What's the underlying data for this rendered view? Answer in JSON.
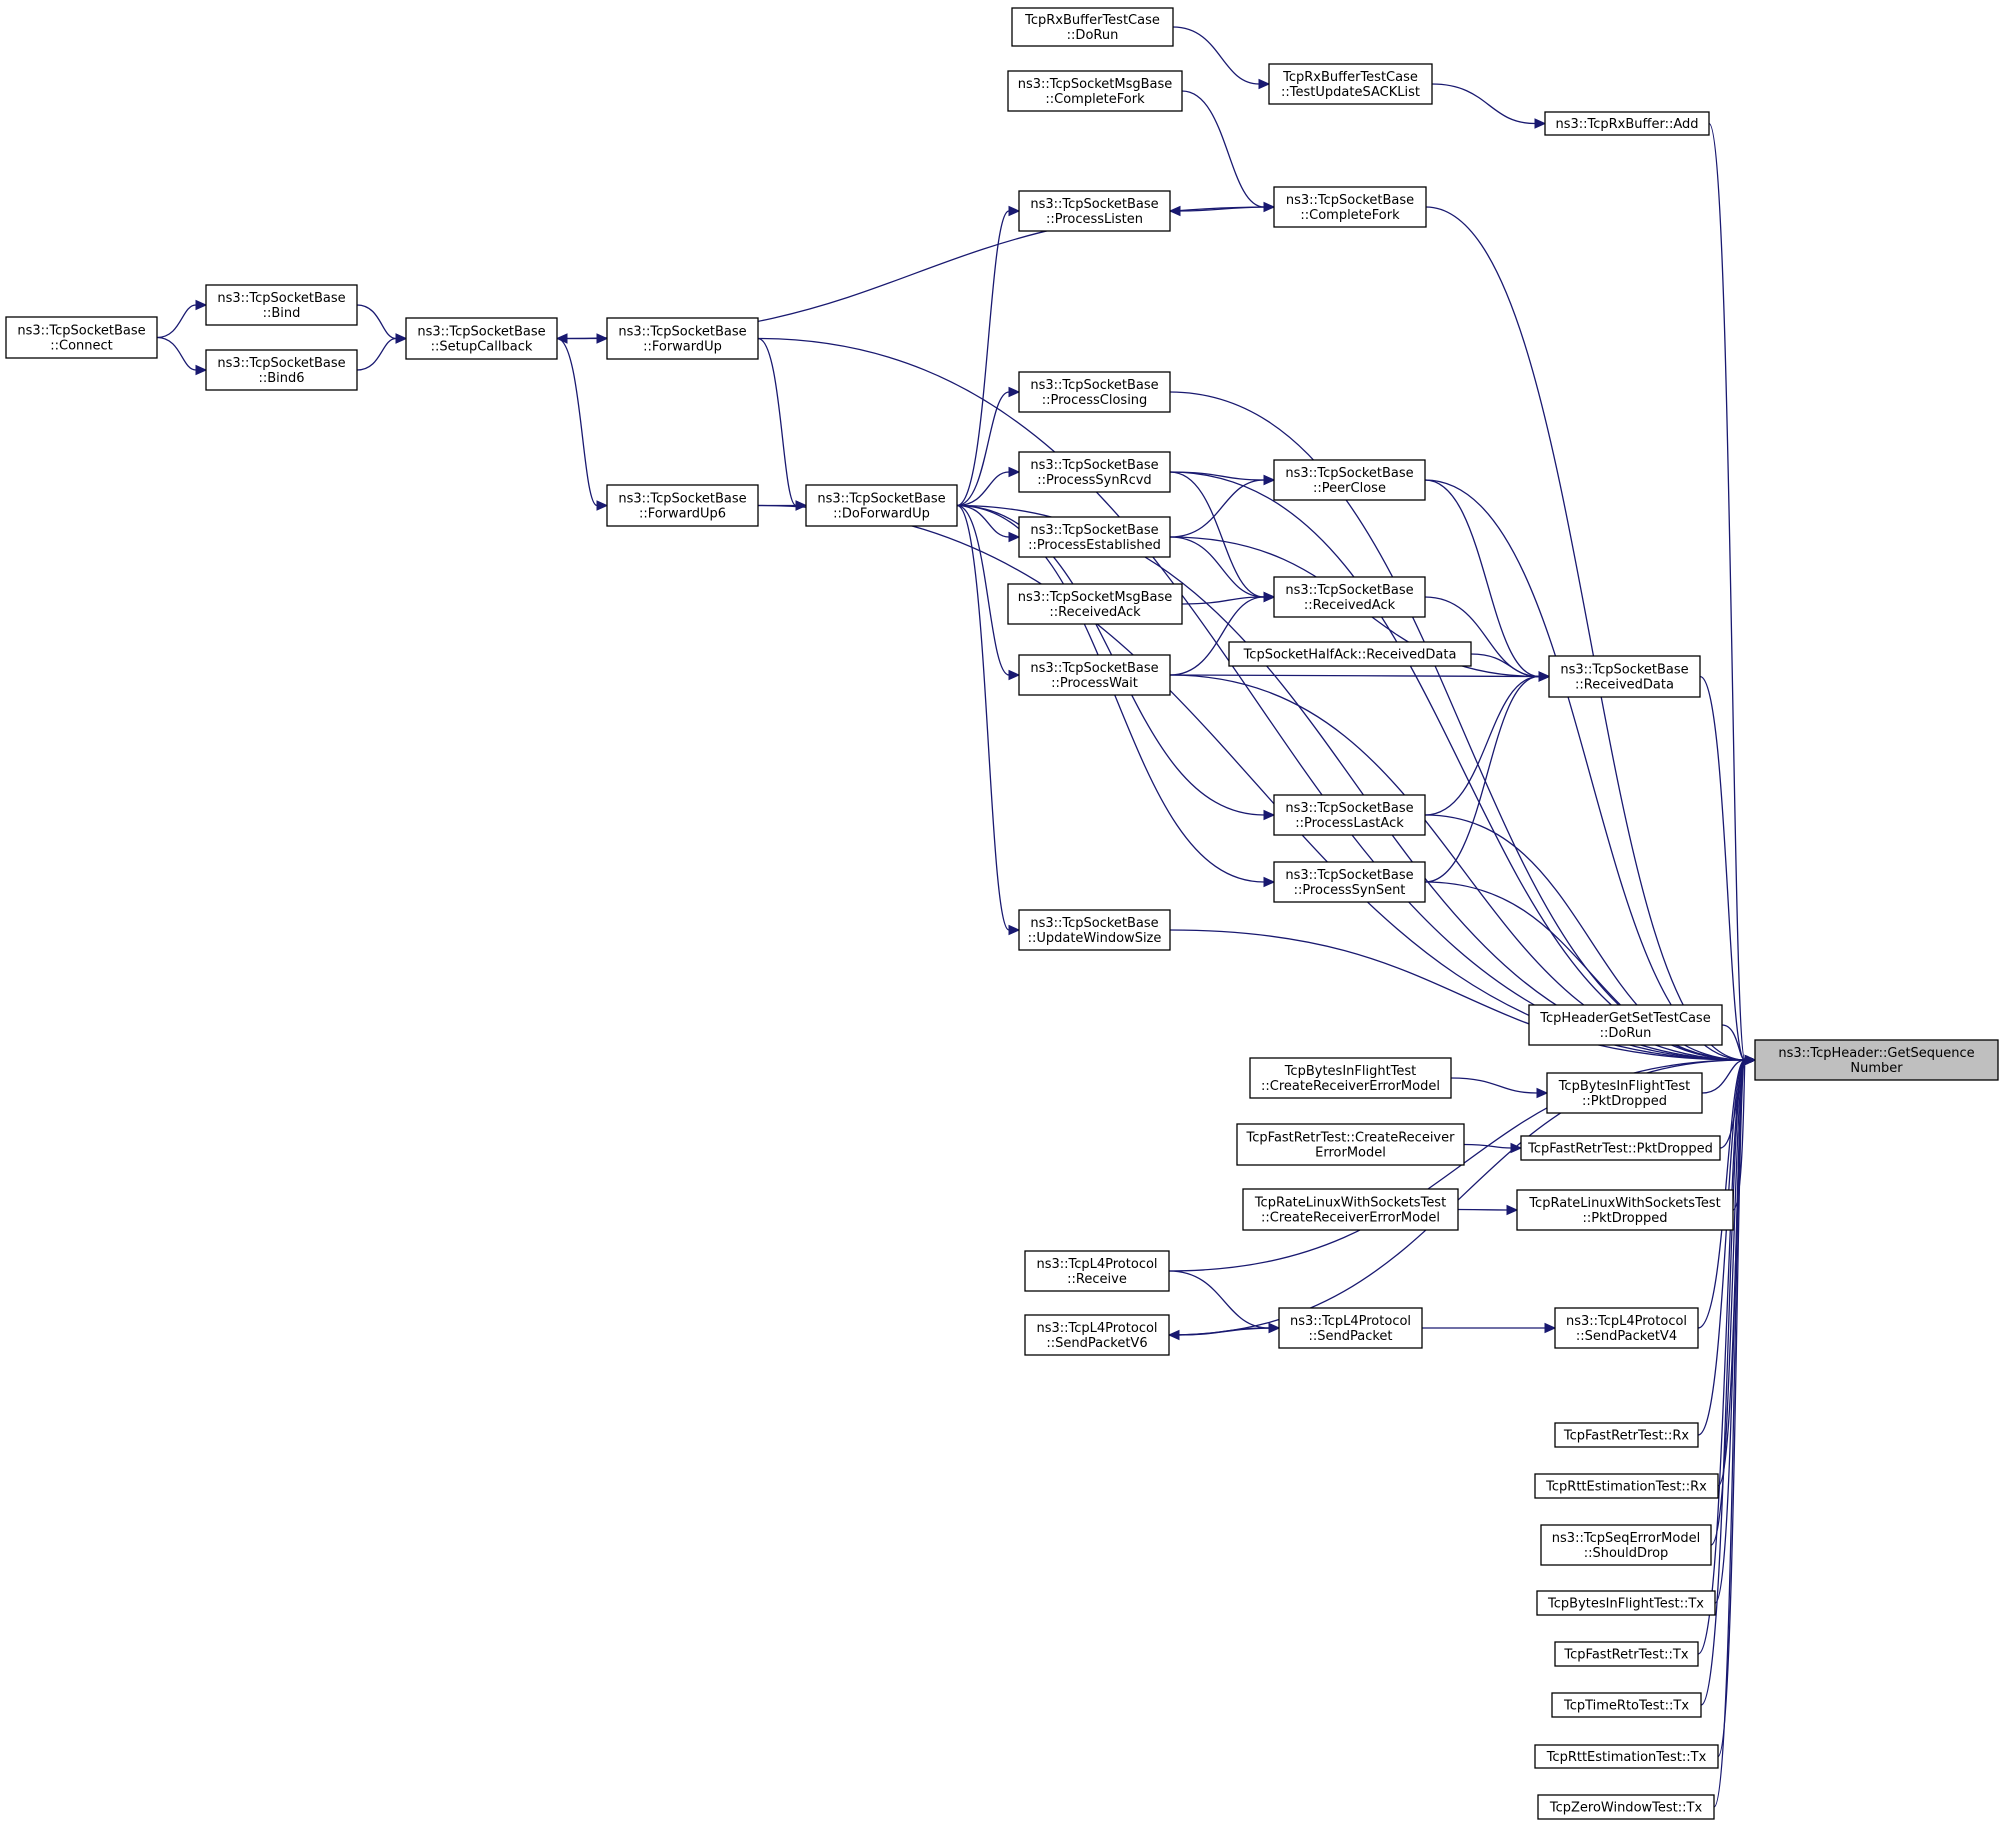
{
  "colors": {
    "edge": "#191970",
    "root_fill": "#bfbfbf",
    "node_fill": "#ffffff",
    "node_border": "#000000"
  },
  "graph": {
    "root": "root",
    "nodes": [
      {
        "id": "root",
        "lines": [
          "ns3::TcpHeader::GetSequence",
          "Number"
        ]
      },
      {
        "id": "rxbuf_dorun",
        "lines": [
          "TcpRxBufferTestCase",
          "::DoRun"
        ]
      },
      {
        "id": "rxbuf_testupdate",
        "lines": [
          "TcpRxBufferTestCase",
          "::TestUpdateSACKList"
        ]
      },
      {
        "id": "rxbuf_add",
        "lines": [
          "ns3::TcpRxBuffer::Add"
        ]
      },
      {
        "id": "msgbase_completefork",
        "lines": [
          "ns3::TcpSocketMsgBase",
          "::CompleteFork"
        ]
      },
      {
        "id": "completefork",
        "lines": [
          "ns3::TcpSocketBase",
          "::CompleteFork"
        ]
      },
      {
        "id": "processlisten",
        "lines": [
          "ns3::TcpSocketBase",
          "::ProcessListen"
        ]
      },
      {
        "id": "connect",
        "lines": [
          "ns3::TcpSocketBase",
          "::Connect"
        ]
      },
      {
        "id": "bind",
        "lines": [
          "ns3::TcpSocketBase",
          "::Bind"
        ]
      },
      {
        "id": "bind6",
        "lines": [
          "ns3::TcpSocketBase",
          "::Bind6"
        ]
      },
      {
        "id": "setupcallback",
        "lines": [
          "ns3::TcpSocketBase",
          "::SetupCallback"
        ]
      },
      {
        "id": "forwardup",
        "lines": [
          "ns3::TcpSocketBase",
          "::ForwardUp"
        ]
      },
      {
        "id": "forwardup6",
        "lines": [
          "ns3::TcpSocketBase",
          "::ForwardUp6"
        ]
      },
      {
        "id": "doforwardup",
        "lines": [
          "ns3::TcpSocketBase",
          "::DoForwardUp"
        ]
      },
      {
        "id": "processclosing",
        "lines": [
          "ns3::TcpSocketBase",
          "::ProcessClosing"
        ]
      },
      {
        "id": "processsynrcvd",
        "lines": [
          "ns3::TcpSocketBase",
          "::ProcessSynRcvd"
        ]
      },
      {
        "id": "peerclose",
        "lines": [
          "ns3::TcpSocketBase",
          "::PeerClose"
        ]
      },
      {
        "id": "processestablished",
        "lines": [
          "ns3::TcpSocketBase",
          "::ProcessEstablished"
        ]
      },
      {
        "id": "msgbase_receivedack",
        "lines": [
          "ns3::TcpSocketMsgBase",
          "::ReceivedAck"
        ]
      },
      {
        "id": "receivedack",
        "lines": [
          "ns3::TcpSocketBase",
          "::ReceivedAck"
        ]
      },
      {
        "id": "halfack_receiveddata",
        "lines": [
          "TcpSocketHalfAck::ReceivedData"
        ]
      },
      {
        "id": "receiveddata",
        "lines": [
          "ns3::TcpSocketBase",
          "::ReceivedData"
        ]
      },
      {
        "id": "processwait",
        "lines": [
          "ns3::TcpSocketBase",
          "::ProcessWait"
        ]
      },
      {
        "id": "processlastack",
        "lines": [
          "ns3::TcpSocketBase",
          "::ProcessLastAck"
        ]
      },
      {
        "id": "processsynsent",
        "lines": [
          "ns3::TcpSocketBase",
          "::ProcessSynSent"
        ]
      },
      {
        "id": "updatewindowsize",
        "lines": [
          "ns3::TcpSocketBase",
          "::UpdateWindowSize"
        ]
      },
      {
        "id": "hdrgetset_dorun",
        "lines": [
          "TcpHeaderGetSetTestCase",
          "::DoRun"
        ]
      },
      {
        "id": "bif_createerr",
        "lines": [
          "TcpBytesInFlightTest",
          "::CreateReceiverErrorModel"
        ]
      },
      {
        "id": "bif_pktdropped",
        "lines": [
          "TcpBytesInFlightTest",
          "::PktDropped"
        ]
      },
      {
        "id": "fr_createerr",
        "lines": [
          "TcpFastRetrTest::CreateReceiver",
          "ErrorModel"
        ]
      },
      {
        "id": "fr_pktdropped",
        "lines": [
          "TcpFastRetrTest::PktDropped"
        ]
      },
      {
        "id": "rl_createerr",
        "lines": [
          "TcpRateLinuxWithSocketsTest",
          "::CreateReceiverErrorModel"
        ]
      },
      {
        "id": "rl_pktdropped",
        "lines": [
          "TcpRateLinuxWithSocketsTest",
          "::PktDropped"
        ]
      },
      {
        "id": "l4_receive",
        "lines": [
          "ns3::TcpL4Protocol",
          "::Receive"
        ]
      },
      {
        "id": "l4_sendpacketv6",
        "lines": [
          "ns3::TcpL4Protocol",
          "::SendPacketV6"
        ]
      },
      {
        "id": "l4_sendpacket",
        "lines": [
          "ns3::TcpL4Protocol",
          "::SendPacket"
        ]
      },
      {
        "id": "l4_sendpacketv4",
        "lines": [
          "ns3::TcpL4Protocol",
          "::SendPacketV4"
        ]
      },
      {
        "id": "fr_rx",
        "lines": [
          "TcpFastRetrTest::Rx"
        ]
      },
      {
        "id": "rtt_rx",
        "lines": [
          "TcpRttEstimationTest::Rx"
        ]
      },
      {
        "id": "seqerr_shoulddrop",
        "lines": [
          "ns3::TcpSeqErrorModel",
          "::ShouldDrop"
        ]
      },
      {
        "id": "bif_tx",
        "lines": [
          "TcpBytesInFlightTest::Tx"
        ]
      },
      {
        "id": "fr_tx",
        "lines": [
          "TcpFastRetrTest::Tx"
        ]
      },
      {
        "id": "timerto_tx",
        "lines": [
          "TcpTimeRtoTest::Tx"
        ]
      },
      {
        "id": "rtt_tx",
        "lines": [
          "TcpRttEstimationTest::Tx"
        ]
      },
      {
        "id": "zerowin_tx",
        "lines": [
          "TcpZeroWindowTest::Tx"
        ]
      }
    ],
    "edges": [
      [
        "rxbuf_dorun",
        "rxbuf_testupdate"
      ],
      [
        "rxbuf_testupdate",
        "rxbuf_add"
      ],
      [
        "rxbuf_add",
        "root"
      ],
      [
        "msgbase_completefork",
        "completefork"
      ],
      [
        "completefork",
        "processlisten"
      ],
      [
        "completefork",
        "setupcallback"
      ],
      [
        "completefork",
        "root"
      ],
      [
        "connect",
        "bind"
      ],
      [
        "connect",
        "bind6"
      ],
      [
        "bind",
        "setupcallback"
      ],
      [
        "bind6",
        "setupcallback"
      ],
      [
        "setupcallback",
        "forwardup"
      ],
      [
        "setupcallback",
        "forwardup6"
      ],
      [
        "forwardup",
        "doforwardup"
      ],
      [
        "forwardup",
        "root"
      ],
      [
        "forwardup6",
        "doforwardup"
      ],
      [
        "forwardup6",
        "root"
      ],
      [
        "doforwardup",
        "processlisten"
      ],
      [
        "doforwardup",
        "processclosing"
      ],
      [
        "doforwardup",
        "processsynrcvd"
      ],
      [
        "doforwardup",
        "processestablished"
      ],
      [
        "doforwardup",
        "processwait"
      ],
      [
        "doforwardup",
        "processlastack"
      ],
      [
        "doforwardup",
        "processsynsent"
      ],
      [
        "doforwardup",
        "updatewindowsize"
      ],
      [
        "doforwardup",
        "root"
      ],
      [
        "processclosing",
        "root"
      ],
      [
        "processsynrcvd",
        "peerclose"
      ],
      [
        "processsynrcvd",
        "receivedack"
      ],
      [
        "processsynrcvd",
        "root"
      ],
      [
        "processestablished",
        "peerclose"
      ],
      [
        "processestablished",
        "receivedack"
      ],
      [
        "processestablished",
        "receiveddata"
      ],
      [
        "msgbase_receivedack",
        "receivedack"
      ],
      [
        "processwait",
        "receivedack"
      ],
      [
        "processwait",
        "receiveddata"
      ],
      [
        "processwait",
        "root"
      ],
      [
        "halfack_receiveddata",
        "receiveddata"
      ],
      [
        "peerclose",
        "receiveddata"
      ],
      [
        "peerclose",
        "root"
      ],
      [
        "receivedack",
        "receiveddata"
      ],
      [
        "processlastack",
        "receiveddata"
      ],
      [
        "processlastack",
        "root"
      ],
      [
        "processsynsent",
        "receiveddata"
      ],
      [
        "processsynsent",
        "root"
      ],
      [
        "receiveddata",
        "root"
      ],
      [
        "updatewindowsize",
        "root"
      ],
      [
        "hdrgetset_dorun",
        "root"
      ],
      [
        "bif_createerr",
        "bif_pktdropped"
      ],
      [
        "bif_pktdropped",
        "root"
      ],
      [
        "fr_createerr",
        "fr_pktdropped"
      ],
      [
        "fr_pktdropped",
        "root"
      ],
      [
        "rl_createerr",
        "rl_pktdropped"
      ],
      [
        "rl_pktdropped",
        "root"
      ],
      [
        "l4_receive",
        "l4_sendpacket"
      ],
      [
        "l4_receive",
        "root"
      ],
      [
        "l4_sendpacket",
        "l4_sendpacketv6"
      ],
      [
        "l4_sendpacketv6",
        "l4_sendpacket"
      ],
      [
        "l4_sendpacketv6",
        "root"
      ],
      [
        "l4_sendpacket",
        "l4_sendpacketv4"
      ],
      [
        "l4_sendpacketv4",
        "root"
      ],
      [
        "fr_rx",
        "root"
      ],
      [
        "rtt_rx",
        "root"
      ],
      [
        "seqerr_shoulddrop",
        "root"
      ],
      [
        "bif_tx",
        "root"
      ],
      [
        "fr_tx",
        "root"
      ],
      [
        "timerto_tx",
        "root"
      ],
      [
        "rtt_tx",
        "root"
      ],
      [
        "zerowin_tx",
        "root"
      ]
    ]
  }
}
